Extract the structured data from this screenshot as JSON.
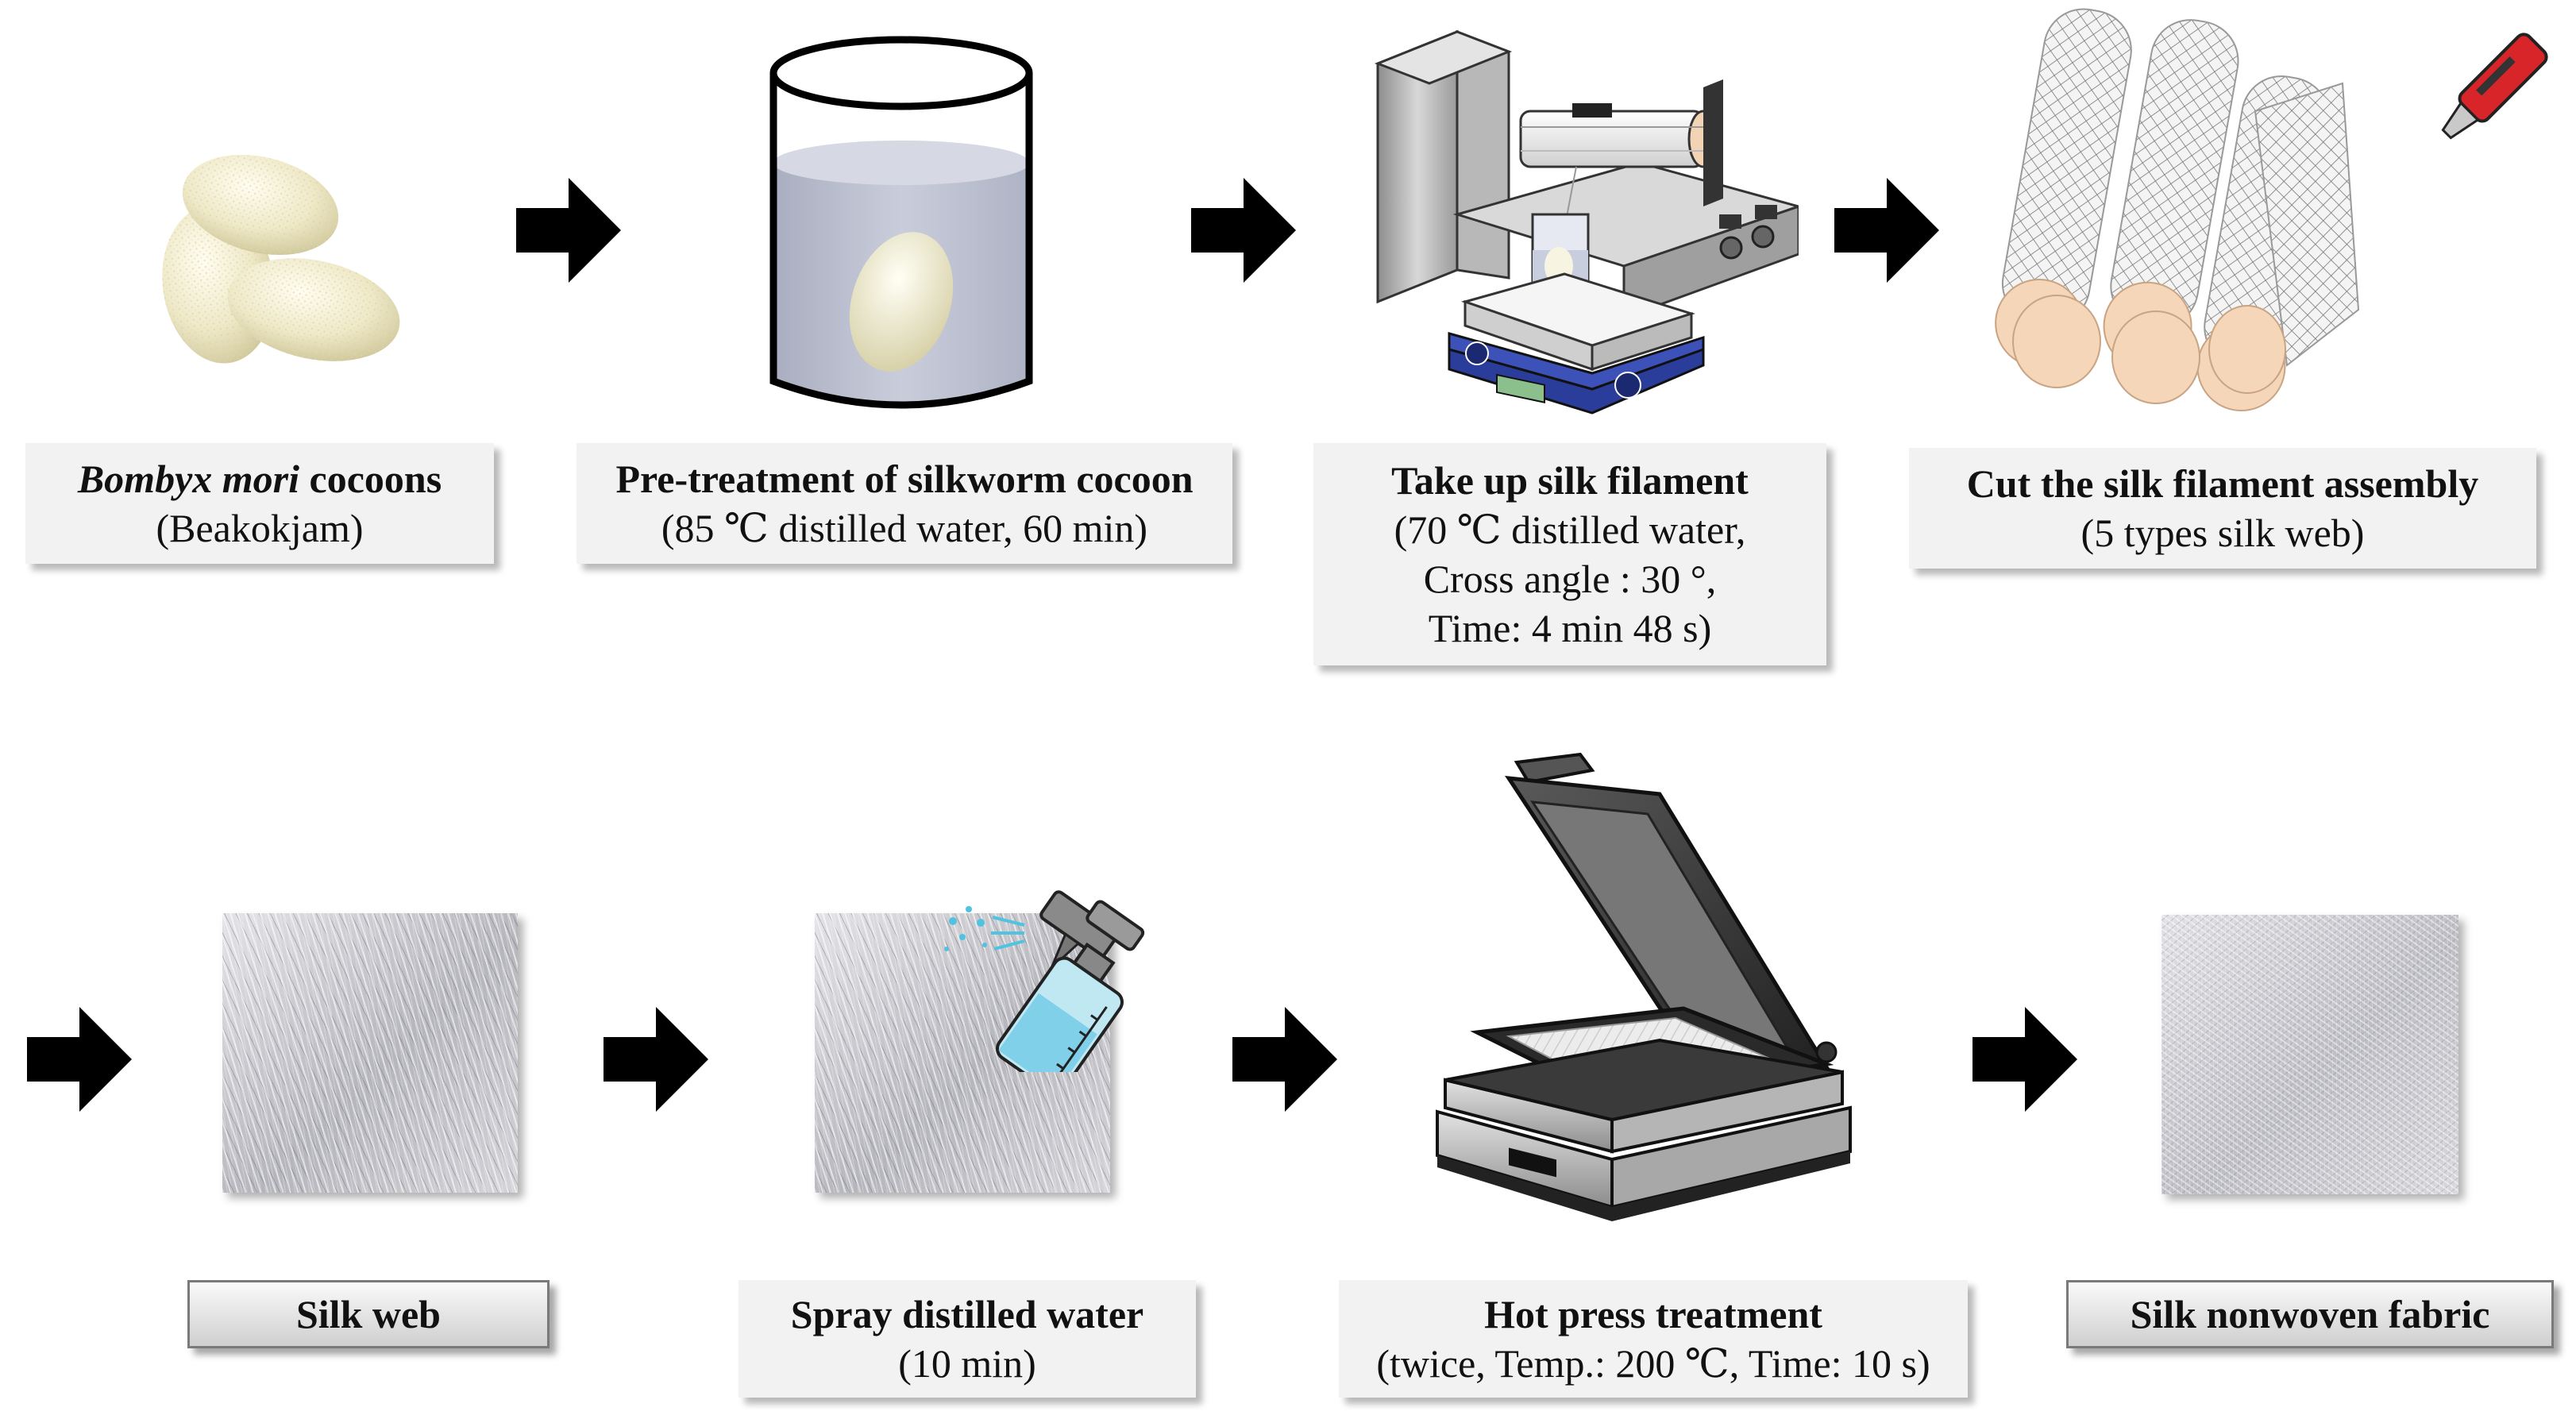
{
  "steps": {
    "cocoons": {
      "title_italic": "Bombyx mori",
      "title_rest": " cocoons",
      "line2": "(Beakokjam)"
    },
    "pretreat": {
      "title": "Pre-treatment of silkworm cocoon",
      "line2": "(85 ℃ distilled water, 60 min)"
    },
    "takeup": {
      "title": "Take up silk filament",
      "line2": "(70 ℃ distilled water,",
      "line3": "Cross angle : 30 °,",
      "line4": "Time: 4 min 48 s)"
    },
    "cut": {
      "title": "Cut the silk filament assembly",
      "line2": "(5 types silk web)"
    },
    "web": {
      "title": "Silk web"
    },
    "spray": {
      "title": "Spray distilled water",
      "line2": "(10 min)"
    },
    "press": {
      "title": "Hot press treatment",
      "line2": "(twice, Temp.: 200 ℃, Time: 10 s)"
    },
    "fabric": {
      "title": "Silk nonwoven fabric"
    }
  },
  "icons": {
    "arrow": "right-arrow-icon",
    "cocoons": "silk-cocoons-illustration",
    "beaker": "beaker-with-cocoon-illustration",
    "winder": "silk-reeling-machine-illustration",
    "rolls": "silk-rolls-illustration",
    "cutter": "utility-knife-icon",
    "spray": "spray-bottle-icon",
    "press": "hot-press-machine-illustration"
  },
  "colors": {
    "label_bg": "#f2f2f2",
    "arrow": "#000000",
    "hotplate_blue": "#2b3d9a",
    "cutter_red": "#d8252a",
    "spray_cyan": "#4fc3e0",
    "roll_peach": "#f5d6b8"
  }
}
